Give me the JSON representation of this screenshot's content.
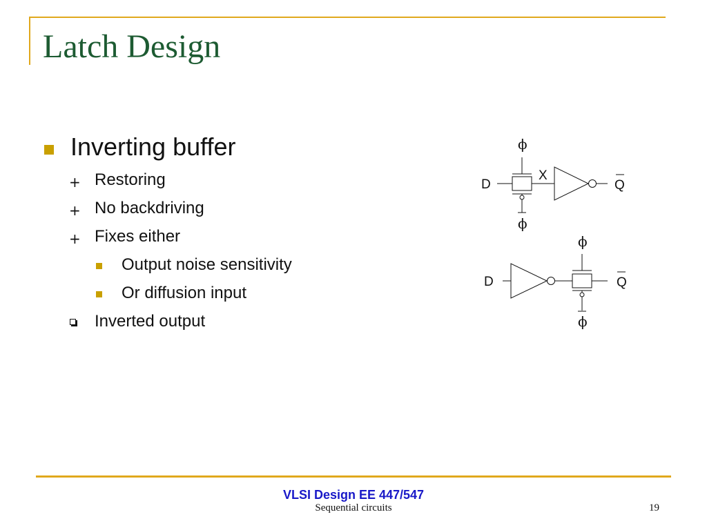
{
  "title": "Latch Design",
  "bullets": {
    "main": "Inverting buffer",
    "items": [
      {
        "marker": "+",
        "text": "Restoring"
      },
      {
        "marker": "+",
        "text": "No backdriving"
      },
      {
        "marker": "+",
        "text": "Fixes either"
      }
    ],
    "subitems": [
      {
        "text": "Output noise sensitivity"
      },
      {
        "text": "Or diffusion input"
      }
    ],
    "last": {
      "text": "Inverted output"
    }
  },
  "circuits": {
    "top": {
      "phi": "ϕ",
      "phi_bar": "ϕ",
      "input": "D",
      "node": "X",
      "output": "Q"
    },
    "bottom": {
      "phi": "ϕ",
      "phi_bar": "ϕ",
      "input": "D",
      "output": "Q"
    }
  },
  "footer": {
    "course": "VLSI Design EE 447/547",
    "topic": "Sequential circuits",
    "page": "19"
  },
  "colors": {
    "accent": "#e0a81c",
    "title": "#1d5b32",
    "bullet_square": "#c9a000",
    "footer_course": "#1919c8"
  }
}
